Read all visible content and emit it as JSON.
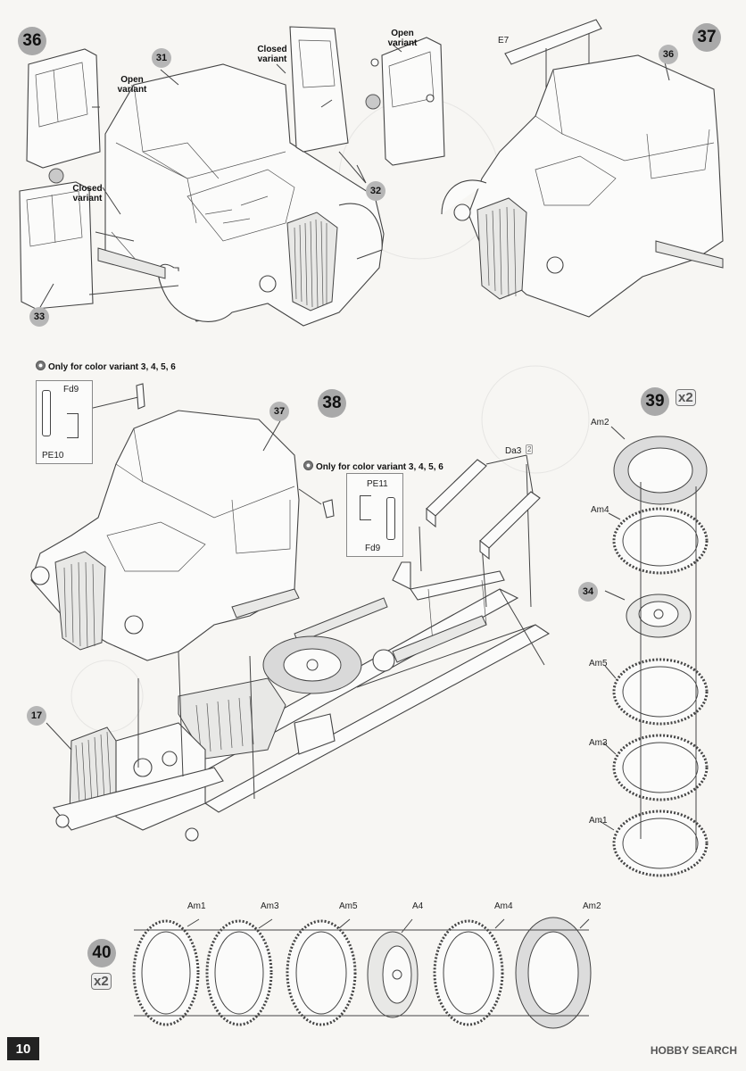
{
  "page_number": "10",
  "watermark": "HOBBY SEARCH",
  "steps": {
    "s36": {
      "number": "36",
      "callouts": [
        "31",
        "32",
        "33"
      ],
      "open_variant": "Open variant",
      "closed_variant": "Closed variant"
    },
    "s37": {
      "number": "37",
      "callouts": [
        "36"
      ],
      "part": "E7"
    },
    "s38": {
      "number": "38",
      "callouts": [
        "37",
        "17"
      ],
      "note": "Only for color variant 3, 4, 5, 6",
      "parts_left": [
        "Fd9",
        "PE10"
      ],
      "parts_right": [
        "PE11",
        "Fd9"
      ],
      "part_da3": "Da3",
      "da3_qty": "2"
    },
    "s39": {
      "number": "39",
      "qty": "x2",
      "callout": "34",
      "parts": [
        "Am2",
        "Am4",
        "Am5",
        "Am3",
        "Am1"
      ]
    },
    "s40": {
      "number": "40",
      "qty": "x2",
      "parts": [
        "Am1",
        "Am3",
        "Am5",
        "A4",
        "Am4",
        "Am2"
      ]
    }
  }
}
